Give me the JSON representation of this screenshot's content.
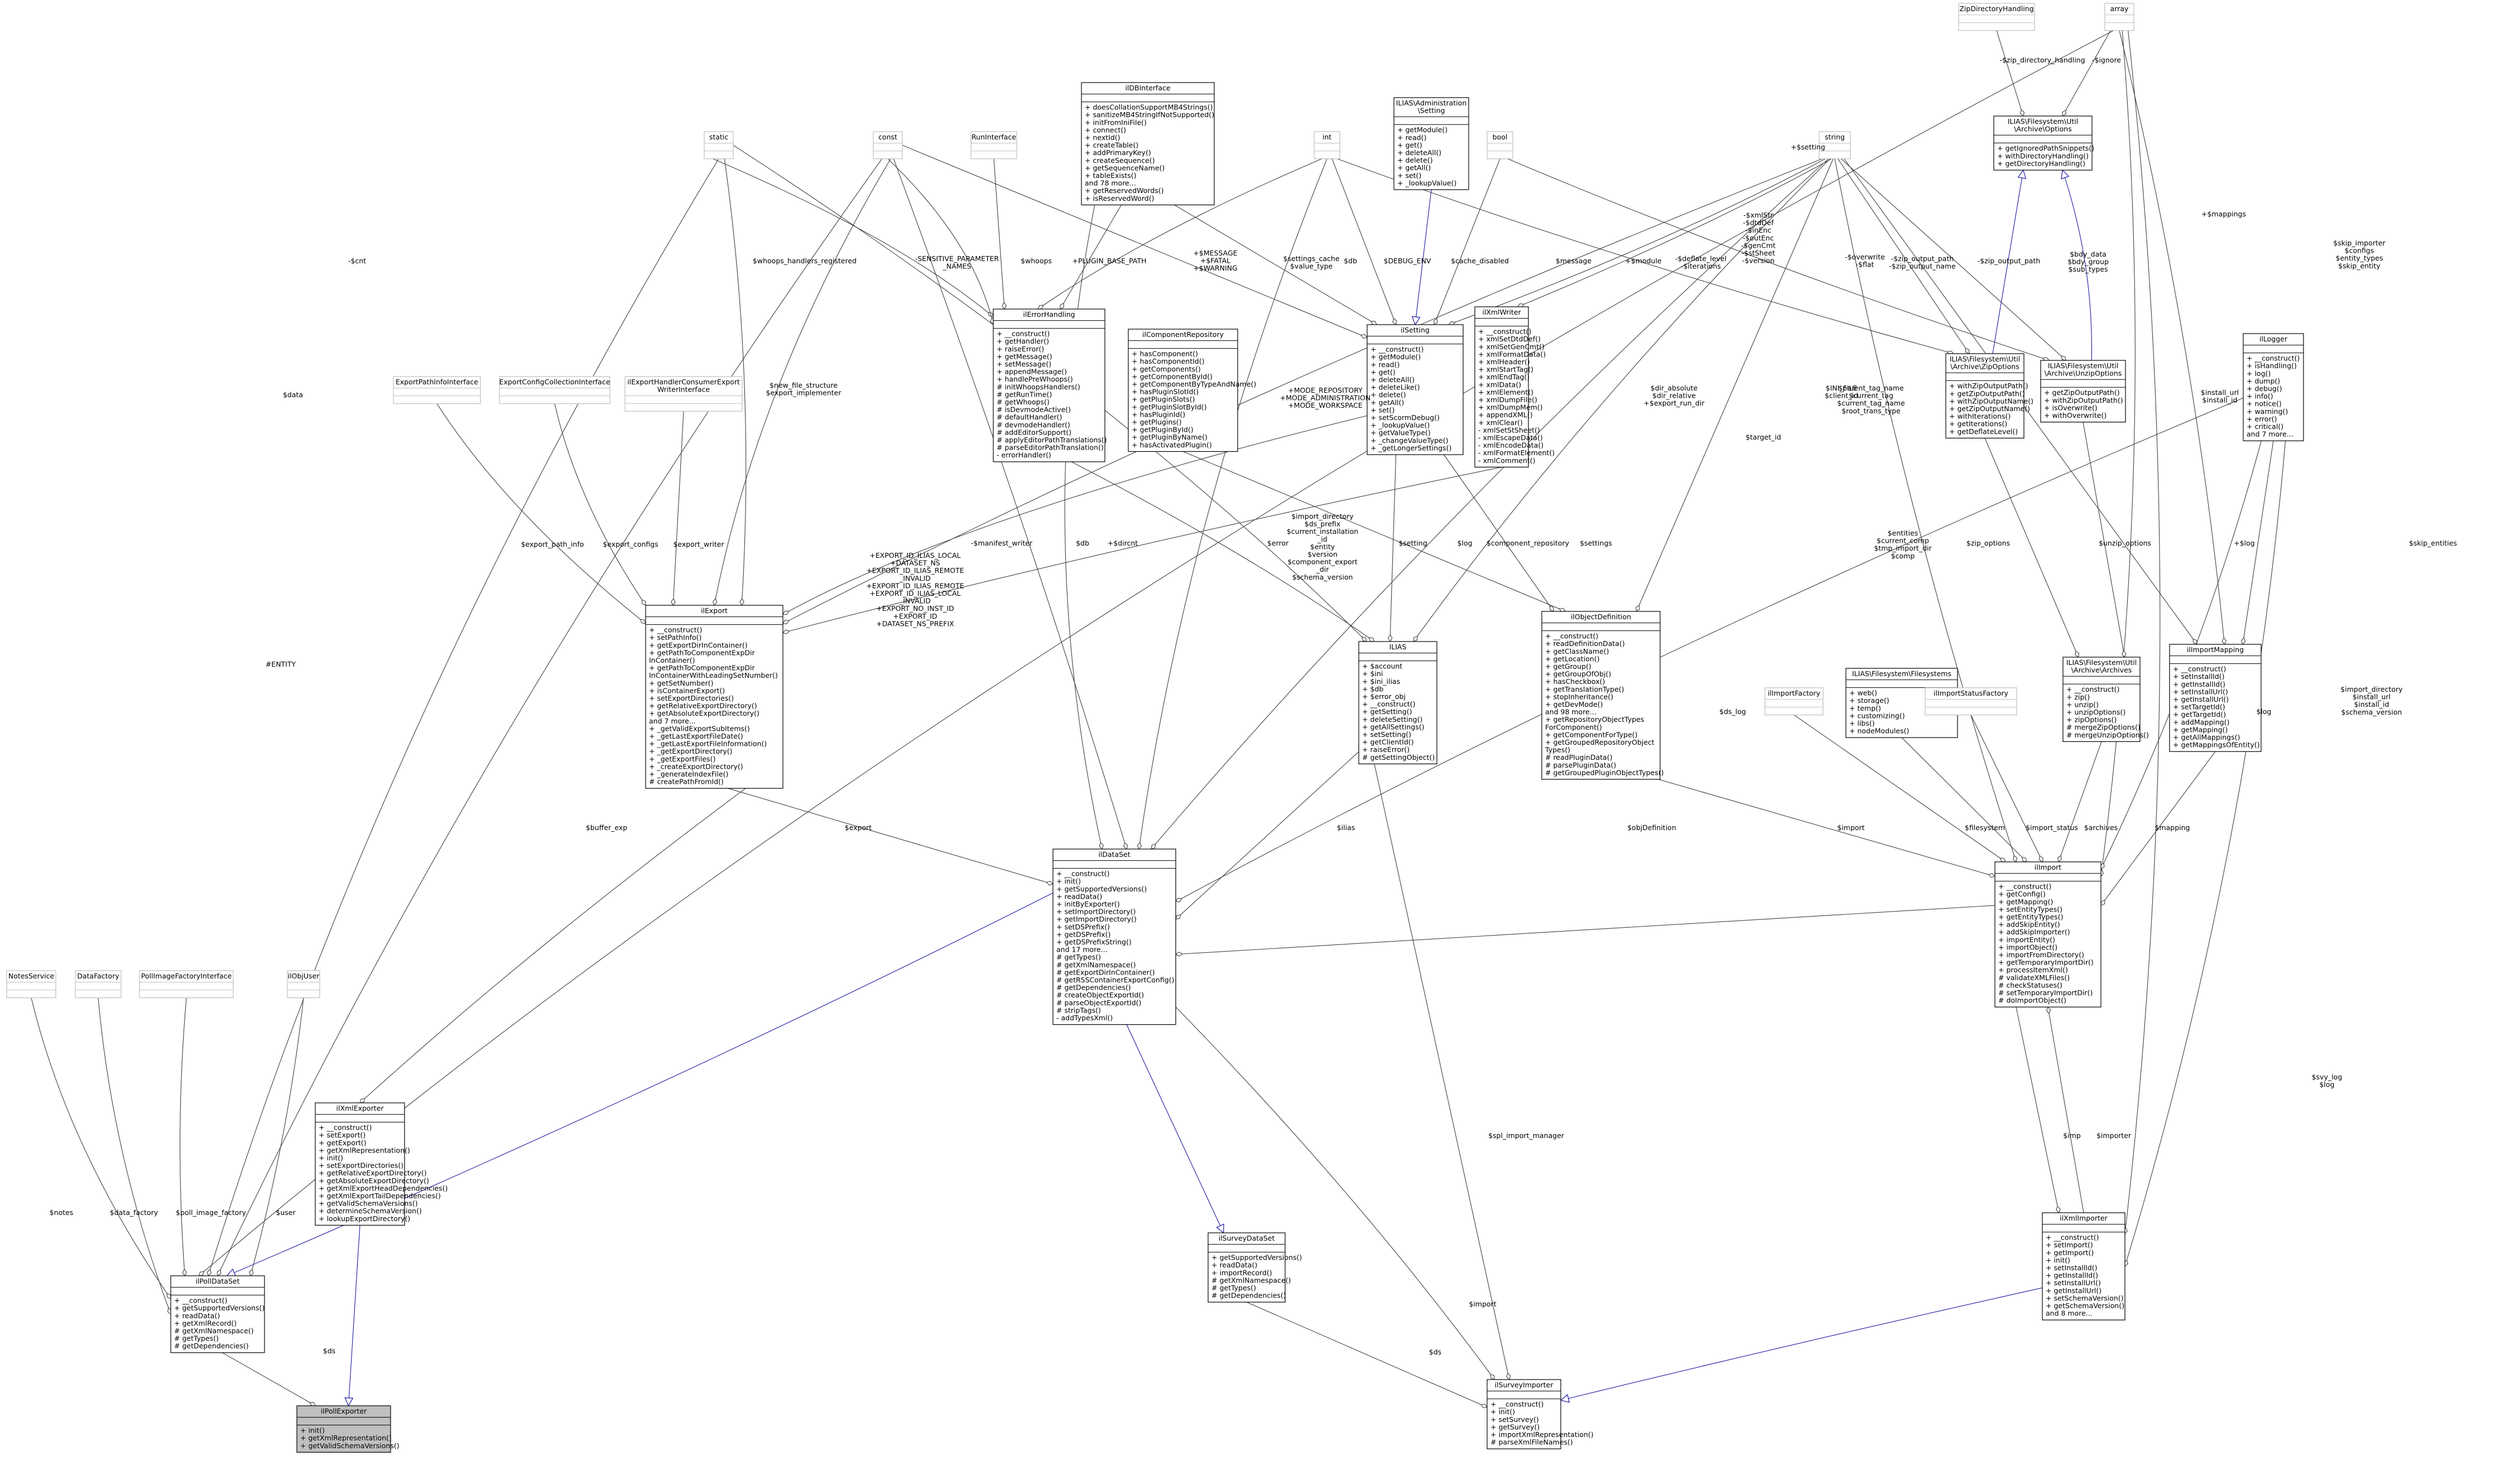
{
  "classes": [
    {
      "id": "ilPollExporter",
      "title": [
        "ilPollExporter"
      ],
      "members": [
        "+ init()",
        "+ getXmlRepresentation()",
        "+ getValidSchemaVersions()"
      ],
      "highlight": true
    },
    {
      "id": "ilPollDataSet",
      "title": [
        "ilPollDataSet"
      ],
      "members": [
        "+ __construct()",
        "+ getSupportedVersions()",
        "+ readData()",
        "+ getXmlRecord()",
        "# getXmlNamespace()",
        "# getTypes()",
        "# getDependencies()"
      ]
    },
    {
      "id": "ilXmlExporter",
      "title": [
        "ilXmlExporter"
      ],
      "members": [
        "+ __construct()",
        "+ setExport()",
        "+ getExport()",
        "+ getXmlRepresentation()",
        "+ init()",
        "+ setExportDirectories()",
        "+ getRelativeExportDirectory()",
        "+ getAbsoluteExportDirectory()",
        "+ getXmlExportHeadDependencies()",
        "+ getXmlExportTailDependencies()",
        "+ getValidSchemaVersions()",
        "+ determineSchemaVersion()",
        "+ lookupExportDirectory()"
      ]
    },
    {
      "id": "NotesService",
      "title": [
        "NotesService"
      ],
      "members": [],
      "faded": true
    },
    {
      "id": "DataFactory",
      "title": [
        "DataFactory"
      ],
      "members": [],
      "faded": true
    },
    {
      "id": "PollImageFactoryInterface",
      "title": [
        "PollImageFactoryInterface"
      ],
      "members": [],
      "faded": true
    },
    {
      "id": "ilObjUser",
      "title": [
        "ilObjUser"
      ],
      "members": [],
      "faded": true
    },
    {
      "id": "ilDataSet",
      "title": [
        "ilDataSet"
      ],
      "members": [
        "+ __construct()",
        "+ init()",
        "+ getSupportedVersions()",
        "+ readData()",
        "+ initByExporter()",
        "+ setImportDirectory()",
        "+ getImportDirectory()",
        "+ setDSPrefix()",
        "+ getDSPrefix()",
        "+ getDSPrefixString()",
        "and 17 more...",
        "# getTypes()",
        "# getXmlNamespace()",
        "# getExportDirInContainer()",
        "# getRSSContainerExportConfig()",
        "# getDependencies()",
        "# createObjectExportId()",
        "# parseObjectExportId()",
        "# stripTags()",
        "- addTypesXml()"
      ]
    },
    {
      "id": "ilSurveyDataSet",
      "title": [
        "ilSurveyDataSet"
      ],
      "members": [
        "+ getSupportedVersions()",
        "+ readData()",
        "+ importRecord()",
        "# getXmlNamespace()",
        "# getTypes()",
        "# getDependencies()"
      ]
    },
    {
      "id": "ilSurveyImporter",
      "title": [
        "ilSurveyImporter"
      ],
      "members": [
        "+ __construct()",
        "+ init()",
        "+ setSurvey()",
        "+ getSurvey()",
        "+ importXmlRepresentation()",
        "# parseXmlFileNames()"
      ]
    },
    {
      "id": "ilExport",
      "title": [
        "ilExport"
      ],
      "members": [
        "+ __construct()",
        "+ setPathInfo()",
        "+ getExportDirInContainer()",
        "+ getPathToComponentExpDir",
        "InContainer()",
        "+ getPathToComponentExpDir",
        "InContainerWithLeadingSetNumber()",
        "+ getSetNumber()",
        "+ isContainerExport()",
        "+ setExportDirectories()",
        "+ getRelativeExportDirectory()",
        "+ getAbsoluteExportDirectory()",
        "and 7 more...",
        "+ _getValidExportSubItems()",
        "+ _getLastExportFileDate()",
        "+ _getLastExportFileInformation()",
        "+ _getExportDirectory()",
        "+ _getExportFiles()",
        "+ _createExportDirectory()",
        "+ _generateIndexFile()",
        "# createPathFromId()"
      ]
    },
    {
      "id": "ExportPathInfoInterface",
      "title": [
        "ExportPathInfoInterface"
      ],
      "members": [],
      "faded": true
    },
    {
      "id": "ExportConfigCollectionInterface",
      "title": [
        "ExportConfigCollectionInterface"
      ],
      "members": [],
      "faded": true
    },
    {
      "id": "ilExportHandlerConsumerExport",
      "title": [
        "ilExportHandlerConsumerExport",
        "WriterInterface"
      ],
      "members": [],
      "faded": true
    },
    {
      "id": "static",
      "title": [
        "static"
      ],
      "members": [],
      "faded": true
    },
    {
      "id": "const",
      "title": [
        "const"
      ],
      "members": [],
      "faded": true
    },
    {
      "id": "RunInterface",
      "title": [
        "RunInterface"
      ],
      "members": [],
      "faded": true
    },
    {
      "id": "ilDBInterface",
      "title": [
        "ilDBInterface"
      ],
      "members": [
        "+ doesCollationSupportMB4Strings()",
        "+ sanitizeMB4StringIfNotSupported()",
        "+ initFromIniFile()",
        "+ connect()",
        "+ nextId()",
        "+ createTable()",
        "+ addPrimaryKey()",
        "+ createSequence()",
        "+ getSequenceName()",
        "+ tableExists()",
        "and 78 more...",
        "+ getReservedWords()",
        "+ isReservedWord()"
      ]
    },
    {
      "id": "int",
      "title": [
        "int"
      ],
      "members": [],
      "faded": true
    },
    {
      "id": "ilAdminSetting",
      "title": [
        "ILIAS\\Administration",
        "\\Setting"
      ],
      "members": [
        "+ getModule()",
        "+ read()",
        "+ get()",
        "+ deleteAll()",
        "+ delete()",
        "+ getAll()",
        "+ set()",
        "+ _lookupValue()"
      ]
    },
    {
      "id": "bool",
      "title": [
        "bool"
      ],
      "members": [],
      "faded": true
    },
    {
      "id": "string",
      "title": [
        "string"
      ],
      "members": [],
      "faded": true
    },
    {
      "id": "ZipDirectoryHandling",
      "title": [
        "ZipDirectoryHandling"
      ],
      "members": [],
      "faded": true
    },
    {
      "id": "array",
      "title": [
        "array"
      ],
      "members": [],
      "faded": true
    },
    {
      "id": "ArchiveOptions",
      "title": [
        "ILIAS\\Filesystem\\Util",
        "\\Archive\\Options"
      ],
      "members": [
        "+ getIgnoredPathSnippets()",
        "+ withDirectoryHandling()",
        "+ getDirectoryHandling()"
      ]
    },
    {
      "id": "ilErrorHandling",
      "title": [
        "ilErrorHandling"
      ],
      "members": [
        "+ __construct()",
        "+ getHandler()",
        "+ raiseError()",
        "+ getMessage()",
        "+ setMessage()",
        "+ appendMessage()",
        "+ handlePreWhoops()",
        "# initWhoopsHandlers()",
        "# getRunTime()",
        "# getWhoops()",
        "# isDevmodeActive()",
        "# defaultHandler()",
        "# devmodeHandler()",
        "# addEditorSupport()",
        "# applyEditorPathTranslations()",
        "# parseEditorPathTranslation()",
        "- errorHandler()"
      ]
    },
    {
      "id": "ilComponentRepository",
      "title": [
        "ilComponentRepository"
      ],
      "members": [
        "+ hasComponent()",
        "+ hasComponentId()",
        "+ getComponents()",
        "+ getComponentById()",
        "+ getComponentByTypeAndName()",
        "+ hasPluginSlotId()",
        "+ getPluginSlots()",
        "+ getPluginSlotById()",
        "+ hasPluginId()",
        "+ getPlugins()",
        "+ getPluginById()",
        "+ getPluginByName()",
        "+ hasActivatedPlugin()"
      ]
    },
    {
      "id": "ilSetting",
      "title": [
        "ilSetting"
      ],
      "members": [
        "+ __construct()",
        "+ getModule()",
        "+ read()",
        "+ get()",
        "+ deleteAll()",
        "+ deleteLike()",
        "+ delete()",
        "+ getAll()",
        "+ set()",
        "+ setScormDebug()",
        "+ _lookupValue()",
        "+ getValueType()",
        "+ _changeValueType()",
        "+ _getLongerSettings()"
      ]
    },
    {
      "id": "ilXmlWriter",
      "title": [
        "ilXmlWriter"
      ],
      "members": [
        "+ __construct()",
        "+ xmlSetDtdDef()",
        "+ xmlSetGenCmt()",
        "+ xmlFormatData()",
        "+ xmlHeader()",
        "+ xmlStartTag()",
        "+ xmlEndTag()",
        "+ xmlData()",
        "+ xmlElement()",
        "+ xmlDumpFile()",
        "+ xmlDumpMem()",
        "+ appendXML()",
        "+ xmlClear()",
        "- xmlSetStSheet()",
        "- xmlEscapeData()",
        "- xmlEncodeData()",
        "- xmlFormatElement()",
        "- xmlComment()"
      ]
    },
    {
      "id": "ZipOptions",
      "title": [
        "ILIAS\\Filesystem\\Util",
        "\\Archive\\ZipOptions"
      ],
      "members": [
        "+ withZipOutputPath()",
        "+ getZipOutputPath()",
        "+ withZipOutputName()",
        "+ getZipOutputName()",
        "+ withIterations()",
        "+ getIterations()",
        "+ getDeflateLevel()"
      ]
    },
    {
      "id": "UnzipOptions",
      "title": [
        "ILIAS\\Filesystem\\Util",
        "\\Archive\\UnzipOptions"
      ],
      "members": [
        "+ getZipOutputPath()",
        "+ withZipOutputPath()",
        "+ isOverwrite()",
        "+ withOverwrite()"
      ]
    },
    {
      "id": "ilLogger",
      "title": [
        "ilLogger"
      ],
      "members": [
        "+ __construct()",
        "+ isHandling()",
        "+ log()",
        "+ dump()",
        "+ debug()",
        "+ info()",
        "+ notice()",
        "+ warning()",
        "+ error()",
        "+ critical()",
        "and 7 more..."
      ]
    },
    {
      "id": "ilias",
      "title": [
        "ILIAS"
      ],
      "members": [
        "+ $account",
        "+ $ini",
        "+ $ini_ilias",
        "+ $db",
        "+ $error_obj",
        "+ __construct()",
        "+ getSetting()",
        "+ deleteSetting()",
        "+ getAllSettings()",
        "+ setSetting()",
        "+ getClientId()",
        "+ raiseError()",
        "# getSettingObject()"
      ]
    },
    {
      "id": "ilObjectDefinition",
      "title": [
        "ilObjectDefinition"
      ],
      "members": [
        "+ __construct()",
        "+ readDefinitionData()",
        "+ getClassName()",
        "+ getLocation()",
        "+ getGroup()",
        "+ getGroupOfObj()",
        "+ hasCheckbox()",
        "+ getTranslationType()",
        "+ stopInheritance()",
        "+ getDevMode()",
        "and 98 more...",
        "+ getRepositoryObjectTypes",
        "ForComponent()",
        "+ getComponentForType()",
        "+ getGroupedRepositoryObject",
        "Types()",
        "# readPluginData()",
        "# parsePluginData()",
        "# getGroupedPluginObjectTypes()"
      ]
    },
    {
      "id": "ilImportFactory",
      "title": [
        "ilImportFactory"
      ],
      "members": [],
      "faded": true
    },
    {
      "id": "Filesystems",
      "title": [
        "ILIAS\\Filesystem\\Filesystems"
      ],
      "members": [
        "+ web()",
        "+ storage()",
        "+ temp()",
        "+ customizing()",
        "+ libs()",
        "+ nodeModules()"
      ]
    },
    {
      "id": "ilImportStatusFactory",
      "title": [
        "ilImportStatusFactory"
      ],
      "members": [],
      "faded": true
    },
    {
      "id": "Archives",
      "title": [
        "ILIAS\\Filesystem\\Util",
        "\\Archive\\Archives"
      ],
      "members": [
        "+ __construct()",
        "+ zip()",
        "+ unzip()",
        "+ unzipOptions()",
        "+ zipOptions()",
        "# mergeZipOptions()",
        "# mergeUnzipOptions()"
      ]
    },
    {
      "id": "ilImportMapping",
      "title": [
        "ilImportMapping"
      ],
      "members": [
        "+ __construct()",
        "+ setInstallId()",
        "+ getInstallId()",
        "+ setInstallUrl()",
        "+ getInstallUrl()",
        "+ setTargetId()",
        "+ getTargetId()",
        "+ addMapping()",
        "+ getMapping()",
        "+ getAllMappings()",
        "+ getMappingsOfEntity()"
      ]
    },
    {
      "id": "ilImport",
      "title": [
        "ilImport"
      ],
      "members": [
        "+ __construct()",
        "+ getConfig()",
        "+ getMapping()",
        "+ setEntityTypes()",
        "+ getEntityTypes()",
        "+ addSkipEntity()",
        "+ addSkipImporter()",
        "+ importEntity()",
        "+ importObject()",
        "+ importFromDirectory()",
        "+ getTemporaryImportDir()",
        "+ processItemXml()",
        "# validateXMLFiles()",
        "# checkStatuses()",
        "# setTemporaryImportDir()",
        "# doImportObject()"
      ]
    },
    {
      "id": "ilXmlImporter",
      "title": [
        "ilXmlImporter"
      ],
      "members": [
        "+ __construct()",
        "+ setImport()",
        "+ getImport()",
        "+ init()",
        "+ setInstallId()",
        "+ getInstallId()",
        "+ setInstallUrl()",
        "+ getInstallUrl()",
        "+ setSchemaVersion()",
        "+ getSchemaVersion()",
        "and 8 more..."
      ]
    }
  ],
  "edge_labels": {
    "sds": "$ds",
    "snotes": "$notes",
    "sdata_factory": "$data_factory",
    "spoll_image_factory": "$poll_image_factory",
    "suser": "$user",
    "scnt": "-$cnt",
    "sdata": "$data",
    "sentity": "#ENTITY",
    "sexport_path_info": "$export_path_info",
    "sexport_configs": "$export_configs",
    "sexport_writer": "$export_writer",
    "snew_file": [
      "$new_file_structure",
      "$export_implementer"
    ],
    "swhoops": "$whoops_handlers_registered",
    "ssensitive": [
      "-SENSITIVE_PARAMETER",
      "_NAMES"
    ],
    "swhoops2": "$whoops",
    "splugin_base": "+PLUGIN_BASE_PATH",
    "smessage_fatal": [
      "+$MESSAGE",
      "+$FATAL",
      "+$WARNING"
    ],
    "ssettings_cache": [
      "$settings_cache",
      "$value_type"
    ],
    "sdb_setting": "$db",
    "sdebug_env": "$DEBUG_ENV",
    "scache_disabled": "$cache_disabled",
    "smessage": "$message",
    "smodule": "+$module",
    "sdeflate": [
      "-$deflate_level",
      "-$iterations"
    ],
    "sxml_attrs": [
      "-$xmlStr",
      "-$dtdDef",
      "-$inEnc",
      "-$outEnc",
      "-$genCmt",
      "-$stSheet",
      "-$version"
    ],
    "soverwrite": [
      "-$overwrite",
      "-$flat"
    ],
    "szip_output": [
      "-$zip_output_path",
      "-$zip_output_name"
    ],
    "szip_output2": "-$zip_output_path",
    "sbdy": [
      "$bdy_data",
      "$bdy_group",
      "$sub_types"
    ],
    "smappings": "+$mappings",
    "szip_dir": "-$zip_directory_handling",
    "signore": "-$ignore",
    "ssetting": "+$setting",
    "smode": [
      "+MODE_REPOSITORY",
      "+MODE_ADMINISTRATION",
      "+MODE_WORKSPACE"
    ],
    "sexport_ids": [
      "+EXPORT_ID_ILIAS_LOCAL",
      "+DATASET_NS",
      "+EXPORT_ID_ILIAS_REMOTE",
      "_INVALID",
      "+EXPORT_ID_ILIAS_REMOTE",
      "+EXPORT_ID_ILIAS_LOCAL",
      "_INVALID",
      "+EXPORT_NO_INST_ID",
      "+EXPORT_ID",
      "+DATASET_NS_PREFIX"
    ],
    "smanifest": "-$manifest_writer",
    "sdb2": "$db",
    "sdircnt": "+$dircnt",
    "serror": "$error",
    "simport_dir": [
      "$import_directory",
      "$ds_prefix",
      "$current_installation",
      "_id",
      "$entity",
      "$version",
      "$component_export",
      "_dir",
      "$schema_version"
    ],
    "slog": "$log",
    "scomponent_repo": "$component_repository",
    "ssettings": "$settings",
    "ssetting2": "$setting",
    "sdir_absolute": [
      "$dir_absolute",
      "$dir_relative",
      "+$export_run_dir"
    ],
    "starget_id": "$target_id",
    "sini_file": [
      "$INI_FILE",
      "$client_id"
    ],
    "sparent_tag": [
      "$parent_tag_name",
      "$current_tag",
      "$current_tag_name",
      "$root_trans_type"
    ],
    "sentities": [
      "$entities",
      "$current_comp",
      "$tmp_import_dir",
      "$comp"
    ],
    "szip_options": "$zip_options",
    "sunzip_options": "$unzip_options",
    "sinstall_url": [
      "$install_url",
      "$install_id"
    ],
    "slog2": "+$log",
    "sskip_importer": [
      "$skip_importer",
      "$configs",
      "$entity_types",
      "$skip_entity"
    ],
    "sskip_entities": "$skip_entities",
    "sexport": "$export",
    "sbuffer": "$buffer_exp",
    "silias": "$ilias",
    "sobj_def": "$objDefinition",
    "sds_log": "$ds_log",
    "simport_f": "$import",
    "sfilesystem": "$filesystem",
    "simport_status": "$import_status",
    "sarchives": "$archives",
    "smapping": "$mapping",
    "slog3": "$log",
    "simport_dir2": [
      "$import_directory",
      "$install_url",
      "$install_id",
      "$schema_version"
    ],
    "sspl_import": "$spl_import_manager",
    "simport2": "$import",
    "sds2": "$ds",
    "simp": "$imp",
    "simporter": "$importer",
    "ssvy_log": [
      "$svy_log",
      "$log"
    ]
  }
}
